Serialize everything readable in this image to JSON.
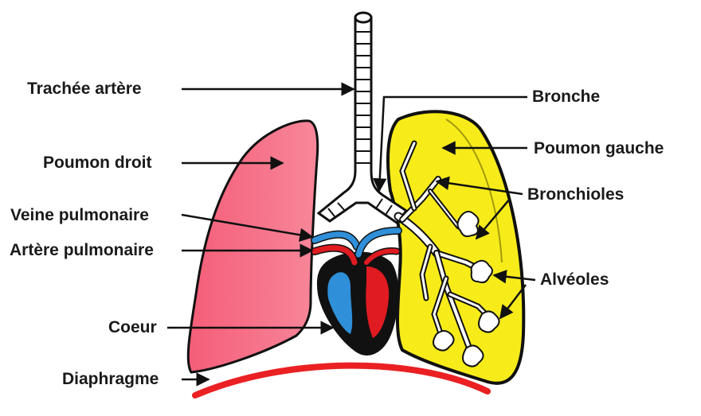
{
  "labels": {
    "trachee": "Trachée artère",
    "poumon_droit": "Poumon droit",
    "veine_pulmonaire": "Veine pulmonaire",
    "artere_pulmonaire": "Artère pulmonaire",
    "coeur": "Coeur",
    "diaphragme": "Diaphragme",
    "bronche": "Bronche",
    "poumon_gauche": "Poumon gauche",
    "bronchioles": "Bronchioles",
    "alveoles": "Alvéoles"
  },
  "colors": {
    "lung_right": "#f4617a",
    "lung_left": "#f7ec1a",
    "vein_blue": "#2f8fd8",
    "artery_red": "#e01b22",
    "heart_dark": "#111111",
    "diaphragm": "#ea2023",
    "outline": "#111111"
  }
}
